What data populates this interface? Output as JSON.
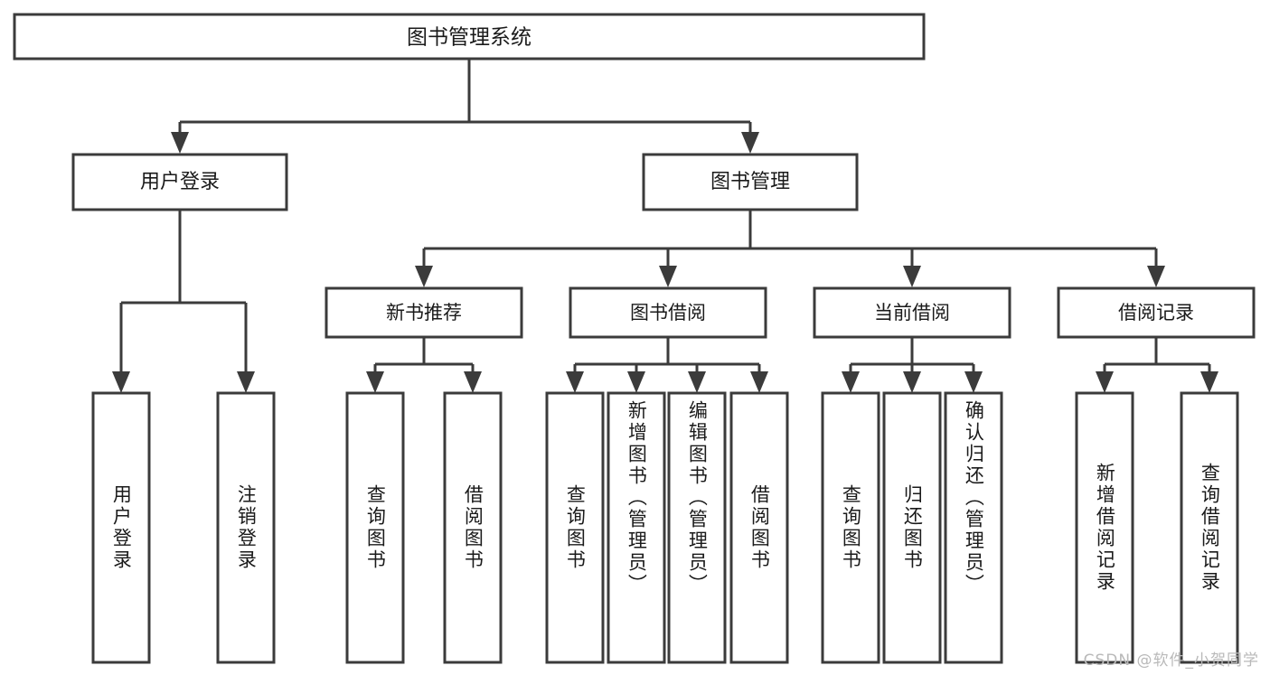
{
  "diagram": {
    "title": "图书管理系统",
    "type": "tree-hierarchy",
    "orientation": "top-down",
    "root": {
      "id": "root",
      "label": "图书管理系统"
    },
    "level2": [
      {
        "id": "user-login",
        "label": "用户登录"
      },
      {
        "id": "book-manage",
        "label": "图书管理"
      }
    ],
    "level3": [
      {
        "id": "new-book-rec",
        "label": "新书推荐",
        "parent": "book-manage"
      },
      {
        "id": "book-borrow",
        "label": "图书借阅",
        "parent": "book-manage"
      },
      {
        "id": "current-borrow",
        "label": "当前借阅",
        "parent": "book-manage"
      },
      {
        "id": "borrow-record",
        "label": "借阅记录",
        "parent": "book-manage"
      }
    ],
    "leaves": [
      {
        "id": "leaf-user-login",
        "label": "用户登录",
        "parent": "user-login"
      },
      {
        "id": "leaf-user-logout",
        "label": "注销登录",
        "parent": "user-login"
      },
      {
        "id": "leaf-query-book-1",
        "label": "查询图书",
        "parent": "new-book-rec"
      },
      {
        "id": "leaf-borrow-book-1",
        "label": "借阅图书",
        "parent": "new-book-rec"
      },
      {
        "id": "leaf-query-book-2",
        "label": "查询图书",
        "parent": "book-borrow"
      },
      {
        "id": "leaf-add-book",
        "label": "新增图书（管理员）",
        "parent": "book-borrow"
      },
      {
        "id": "leaf-edit-book",
        "label": "编辑图书（管理员）",
        "parent": "book-borrow"
      },
      {
        "id": "leaf-borrow-book-2",
        "label": "借阅图书",
        "parent": "book-borrow"
      },
      {
        "id": "leaf-query-book-3",
        "label": "查询图书",
        "parent": "current-borrow"
      },
      {
        "id": "leaf-return-book",
        "label": "归还图书",
        "parent": "current-borrow"
      },
      {
        "id": "leaf-confirm-return",
        "label": "确认归还（管理员）",
        "parent": "current-borrow"
      },
      {
        "id": "leaf-add-record",
        "label": "新增借阅记录",
        "parent": "borrow-record"
      },
      {
        "id": "leaf-query-record",
        "label": "查询借阅记录",
        "parent": "borrow-record"
      }
    ]
  },
  "watermark": {
    "text": "CSDN @软件_小贺同学"
  },
  "colors": {
    "stroke": "#3b3b3b",
    "fill": "#ffffff",
    "text": "#1a1a1a",
    "watermark": "#b9b9b9",
    "background": "#ffffff"
  }
}
